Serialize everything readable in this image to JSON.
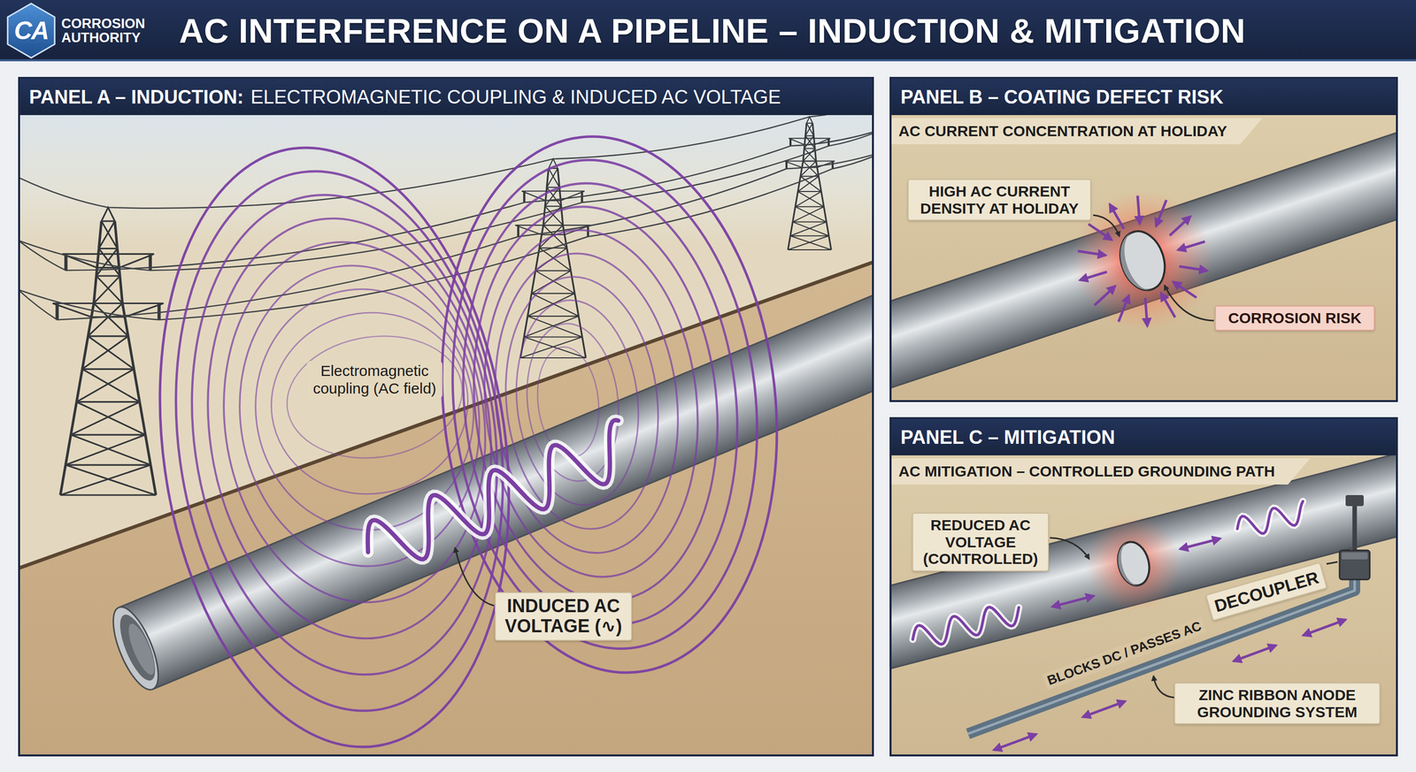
{
  "diagram": {
    "title": "AC INTERFERENCE ON A PIPELINE – INDUCTION & MITIGATION",
    "nodes": [
      {
        "text": [
          "PANEL A – INDUCTION:",
          "ELECTROMAGNETIC COUPLING & INDUCED AC VOLTAGE"
        ]
      },
      {
        "text": [
          "INDUCED AC VOLTAGE (∿)"
        ],
        "in": 0
      },
      {
        "text": [
          "PANEL B – COATING DEFECT RISK",
          "AC CURRENT CONCENTRATION AT HOLIDAY"
        ]
      },
      {
        "text": [
          "HIGH AC CURRENT DENSITY AT HOLIDAY"
        ],
        "in": 2
      },
      {
        "text": [
          "CORROSION RISK"
        ],
        "in": 2
      },
      {
        "text": [
          "PANEL C – MITIGATION",
          "AC MITIGATION – CONTROLLED GROUNDING PATH"
        ]
      },
      {
        "text": [
          "REDUCED AC VOLTAGE (CONTROLLED)"
        ],
        "in": 5
      },
      {
        "text": [
          "DECOUPLER"
        ],
        "in": 5
      },
      {
        "text": [
          "ZINC RIBBON ANODE GROUNDING SYSTEM"
        ],
        "in": 5
      }
    ],
    "labels": [
      "CA",
      "CORROSION AUTHORITY",
      "Electromagnetic coupling (AC field)",
      "BLOCKS DC / PASSES AC"
    ]
  }
}
